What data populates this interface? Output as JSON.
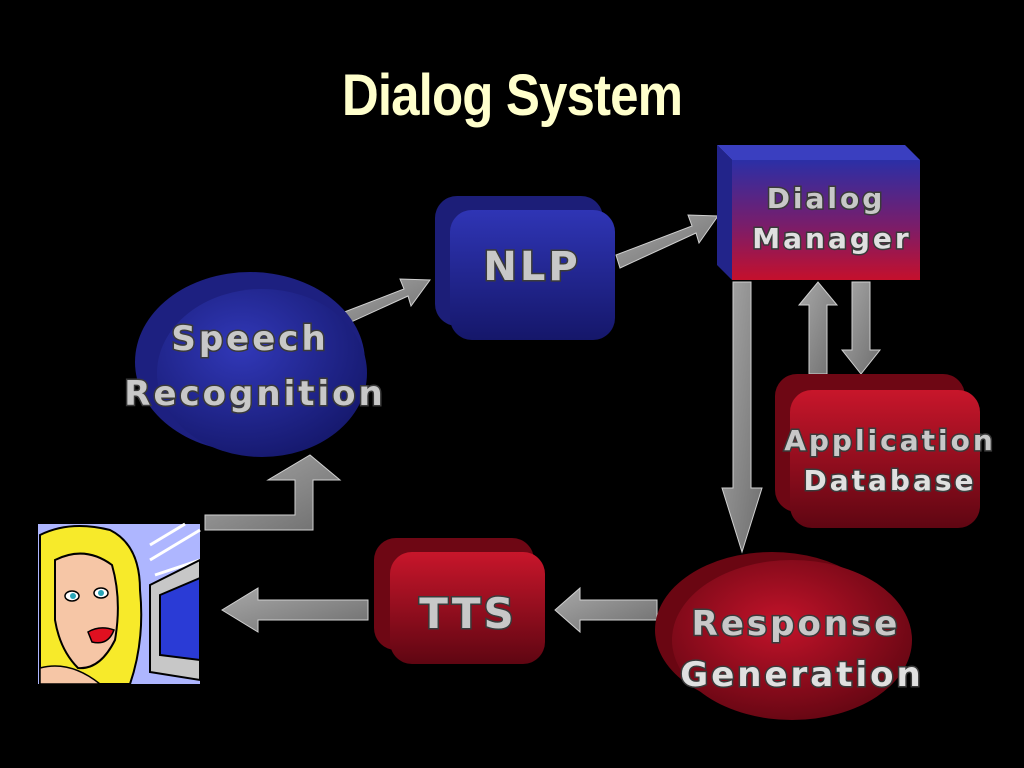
{
  "title": "Dialog System",
  "nodes": {
    "speech_recognition": {
      "line1": "Speech",
      "line2": "Recognition",
      "color": "#2a2f9e"
    },
    "nlp": {
      "label": "NLP",
      "color": "#262a8f"
    },
    "dialog_manager": {
      "line1": "Dialog",
      "line2": "Manager",
      "color_top": "#2b2fa6",
      "color_bottom": "#b5103a"
    },
    "application_database": {
      "line1": "Application",
      "line2": "Database",
      "color": "#a30d1f"
    },
    "response_generation": {
      "line1": "Response",
      "line2": "Generation",
      "color": "#a30d1f"
    },
    "tts": {
      "label": "TTS",
      "color": "#a30d1f"
    }
  },
  "user_image": "woman-at-computer clipart",
  "colors": {
    "background": "#000000",
    "title": "#ffffcc",
    "arrow": "#8c8c8c",
    "label": "#d8d8d8"
  }
}
